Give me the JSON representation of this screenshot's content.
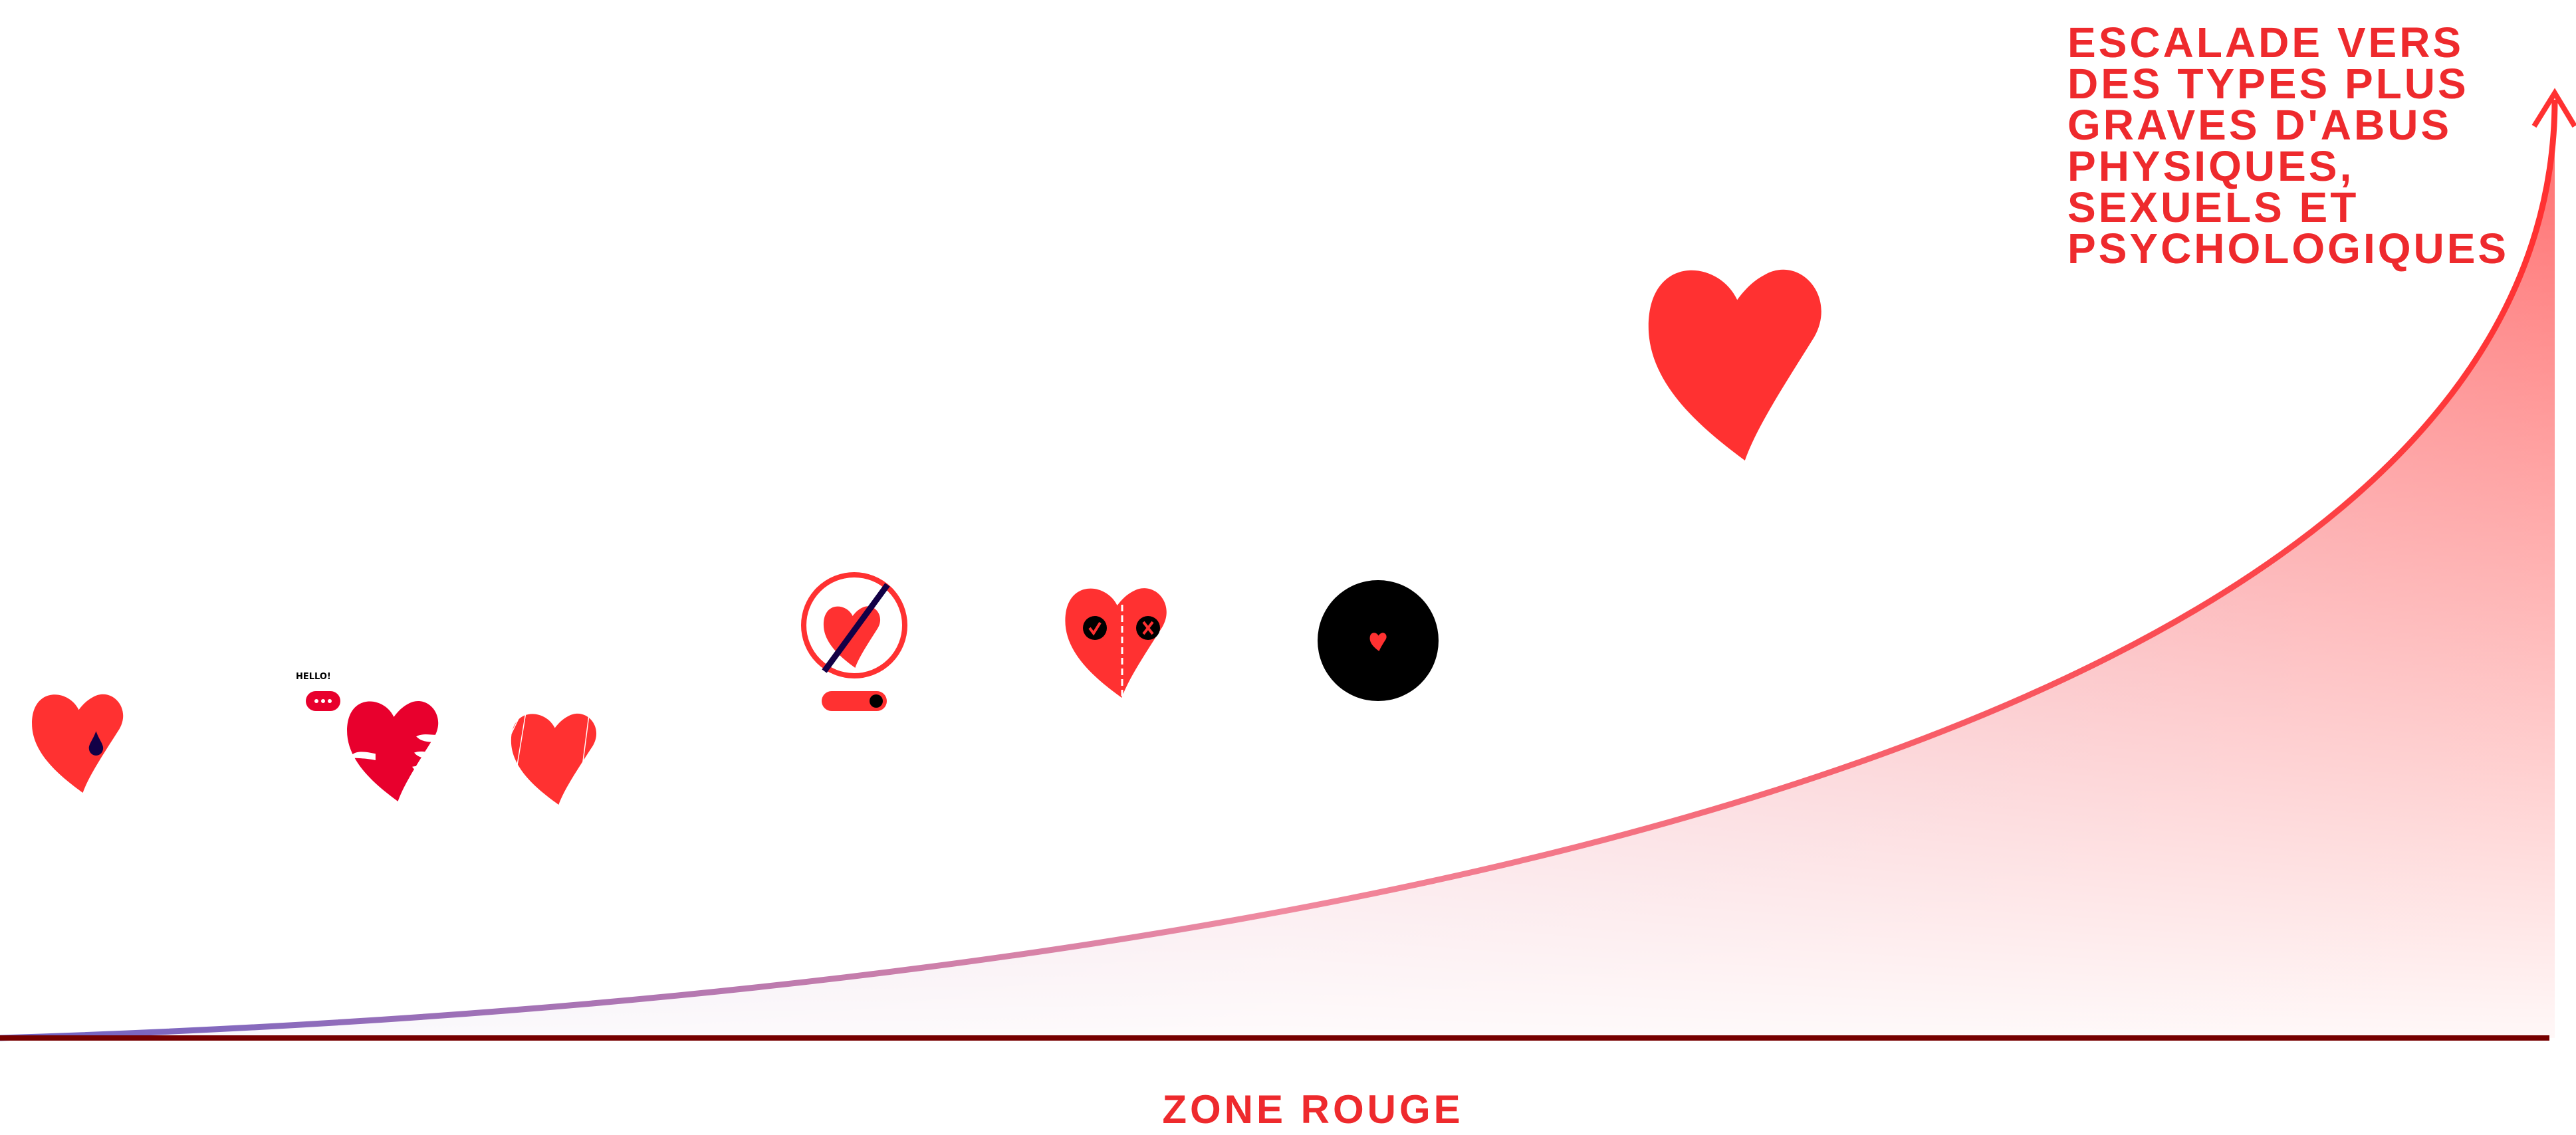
{
  "title_lines": [
    "ESCALADE VERS",
    "DES TYPES PLUS",
    "GRAVES D'ABUS",
    "PHYSIQUES,",
    "SEXUELS ET",
    "PSYCHOLOGIQUES"
  ],
  "baseline_label": "ZONE ROUGE",
  "hello_text": "HELLO!",
  "colors": {
    "red": "#ff3131",
    "crimson": "#e8002d",
    "navy": "#120046",
    "baseline": "#760000",
    "purple": "#7a6ac0",
    "text_red": "#ee2a2d"
  },
  "icons": [
    "heart-drop-icon",
    "chat-bubble-icon",
    "hand-grabbing-heart-icon",
    "cracked-heart-icon",
    "prohibited-heart-icon",
    "toggle-switch-icon",
    "split-heart-check-x-icon",
    "black-circle-heart-icon",
    "big-heart-icon",
    "escalation-arrow-icon"
  ]
}
